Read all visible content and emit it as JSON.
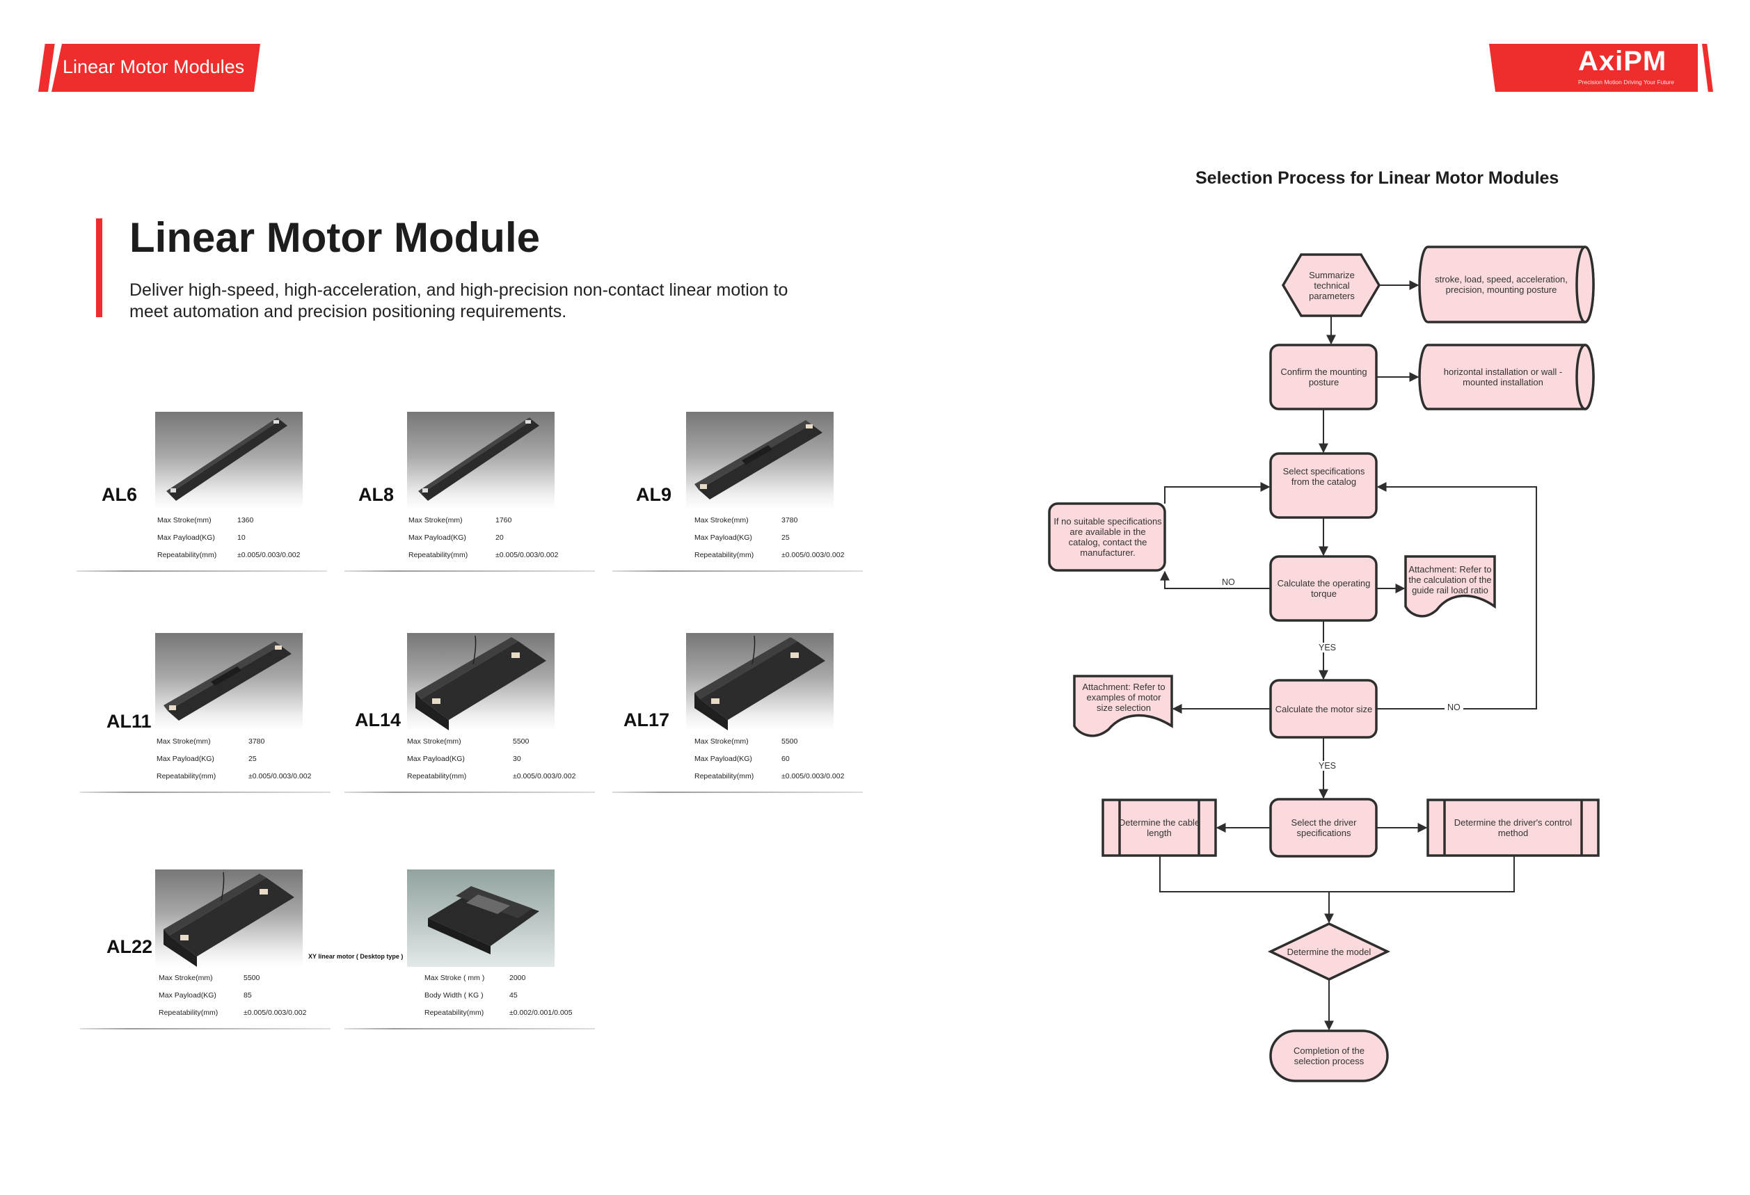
{
  "header": {
    "section_tag": "Linear Motor Modules",
    "brand": "AxiPM",
    "tagline": "Precision Motion Driving Your Future",
    "brand_color": "#ee2d2c"
  },
  "intro": {
    "title": "Linear Motor Module",
    "subtitle": "Deliver high-speed, high-acceleration, and high-precision non-contact linear motion to meet automation and precision positioning requirements."
  },
  "products": [
    {
      "model": "AL6",
      "specs": [
        {
          "label": "Max Stroke(mm)",
          "value": "1360"
        },
        {
          "label": "Max Payload(KG)",
          "value": "10"
        },
        {
          "label": "Repeatability(mm)",
          "value": "±0.005/0.003/0.002"
        }
      ]
    },
    {
      "model": "AL8",
      "specs": [
        {
          "label": "Max Stroke(mm)",
          "value": "1760"
        },
        {
          "label": "Max Payload(KG)",
          "value": "20"
        },
        {
          "label": "Repeatability(mm)",
          "value": "±0.005/0.003/0.002"
        }
      ]
    },
    {
      "model": "AL9",
      "specs": [
        {
          "label": "Max Stroke(mm)",
          "value": "3780"
        },
        {
          "label": "Max Payload(KG)",
          "value": "25"
        },
        {
          "label": "Repeatability(mm)",
          "value": "±0.005/0.003/0.002"
        }
      ]
    },
    {
      "model": "AL11",
      "specs": [
        {
          "label": "Max Stroke(mm)",
          "value": "3780"
        },
        {
          "label": "Max Payload(KG)",
          "value": "25"
        },
        {
          "label": "Repeatability(mm)",
          "value": "±0.005/0.003/0.002"
        }
      ]
    },
    {
      "model": "AL14",
      "specs": [
        {
          "label": "Max Stroke(mm)",
          "value": "5500"
        },
        {
          "label": "Max Payload(KG)",
          "value": "30"
        },
        {
          "label": "Repeatability(mm)",
          "value": "±0.005/0.003/0.002"
        }
      ]
    },
    {
      "model": "AL17",
      "specs": [
        {
          "label": "Max Stroke(mm)",
          "value": "5500"
        },
        {
          "label": "Max Payload(KG)",
          "value": "60"
        },
        {
          "label": "Repeatability(mm)",
          "value": "±0.005/0.003/0.002"
        }
      ]
    },
    {
      "model": "AL22",
      "specs": [
        {
          "label": "Max Stroke(mm)",
          "value": "5500"
        },
        {
          "label": "Max Payload(KG)",
          "value": "85"
        },
        {
          "label": "Repeatability(mm)",
          "value": "±0.005/0.003/0.002"
        }
      ]
    },
    {
      "model": "",
      "caption": "XY linear motor ( Desktop type )",
      "specs": [
        {
          "label": "Max Stroke ( mm )",
          "value": "2000"
        },
        {
          "label": "Body Width ( KG )",
          "value": "45"
        },
        {
          "label": "Repeatability(mm)",
          "value": "±0.002/0.001/0.005"
        }
      ]
    }
  ],
  "flowchart": {
    "title": "Selection Process for  Linear Motor Modules",
    "fill_color": "#fadadd",
    "stroke_color": "#2e2e2e",
    "nodes": {
      "summarize": "Summarize technical parameters",
      "params": "stroke, load, speed, acceleration, precision, mounting posture",
      "confirm": "Confirm the mounting posture",
      "posture": "horizontal installation or wall - mounted installation",
      "select_catalog": "Select specifications from the catalog",
      "contact": "If no suitable specifications are available in the catalog, contact the manufacturer.",
      "torque": "Calculate the operating torque",
      "guide_rail": "Attachment: Refer to the calculation of the guide rail load ratio",
      "motor_size": "Calculate the motor size",
      "motor_examples": "Attachment: Refer to examples of motor size selection",
      "driver": "Select the driver specifications",
      "cable": "Determine the cable length",
      "control": "Determine the driver's control method",
      "model": "Determine the model",
      "complete": "Completion of the selection process"
    },
    "edge_labels": {
      "torque_no": "NO",
      "torque_yes": "YES",
      "motor_no": "NO",
      "motor_yes": "YES"
    }
  }
}
